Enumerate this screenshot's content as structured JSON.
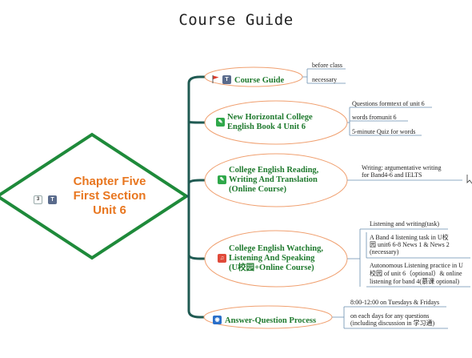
{
  "title": "Course Guide",
  "center": {
    "line1": "Chapter Five",
    "line2": "First Section",
    "line3": "Unit 6"
  },
  "branches": [
    {
      "label": "Course Guide",
      "leaves": [
        "before class",
        "necessary"
      ]
    },
    {
      "label_line1": "New Horizontal College",
      "label_line2": "English Book 4 Unit 6",
      "leaves": [
        "Questions formtext of unit 6",
        "words fromunit 6",
        "5-minute Quiz for words"
      ]
    },
    {
      "label_line1": "College English Reading,",
      "label_line2": "Writing And Translation",
      "label_line3": "(Online Course)",
      "leaves": [
        "Writing: argumentative writing",
        "for Band4-6 and IELTS"
      ]
    },
    {
      "label_line1": "College English Watching,",
      "label_line2": "Listening And Speaking",
      "label_line3": "(U校园+Online Course)",
      "leaves": [
        "Listening and writing(task)",
        "A Band 4 listening task in U校",
        "园 unit6 6-8 News 1 & News 2",
        "(necessary)",
        "Autonomous Listening practice in U",
        "校园 of unit 6（optional）& online",
        "listening for band 4(慕课 optional)"
      ]
    },
    {
      "label": "Answer-Question Process",
      "leaves": [
        "8:00-12:00 on Tuesdays & Fridays",
        "on each days for any questions",
        "(including discussion in 学习通)"
      ]
    }
  ],
  "icons": {
    "t_icon": "T",
    "cal_icon": "3"
  },
  "colors": {
    "trunk": "#1f5a52",
    "node_border": "#f0a070",
    "label_green": "#1f7a2e",
    "center_text": "#e8761f",
    "leaf_line": "#6a8fb0"
  }
}
